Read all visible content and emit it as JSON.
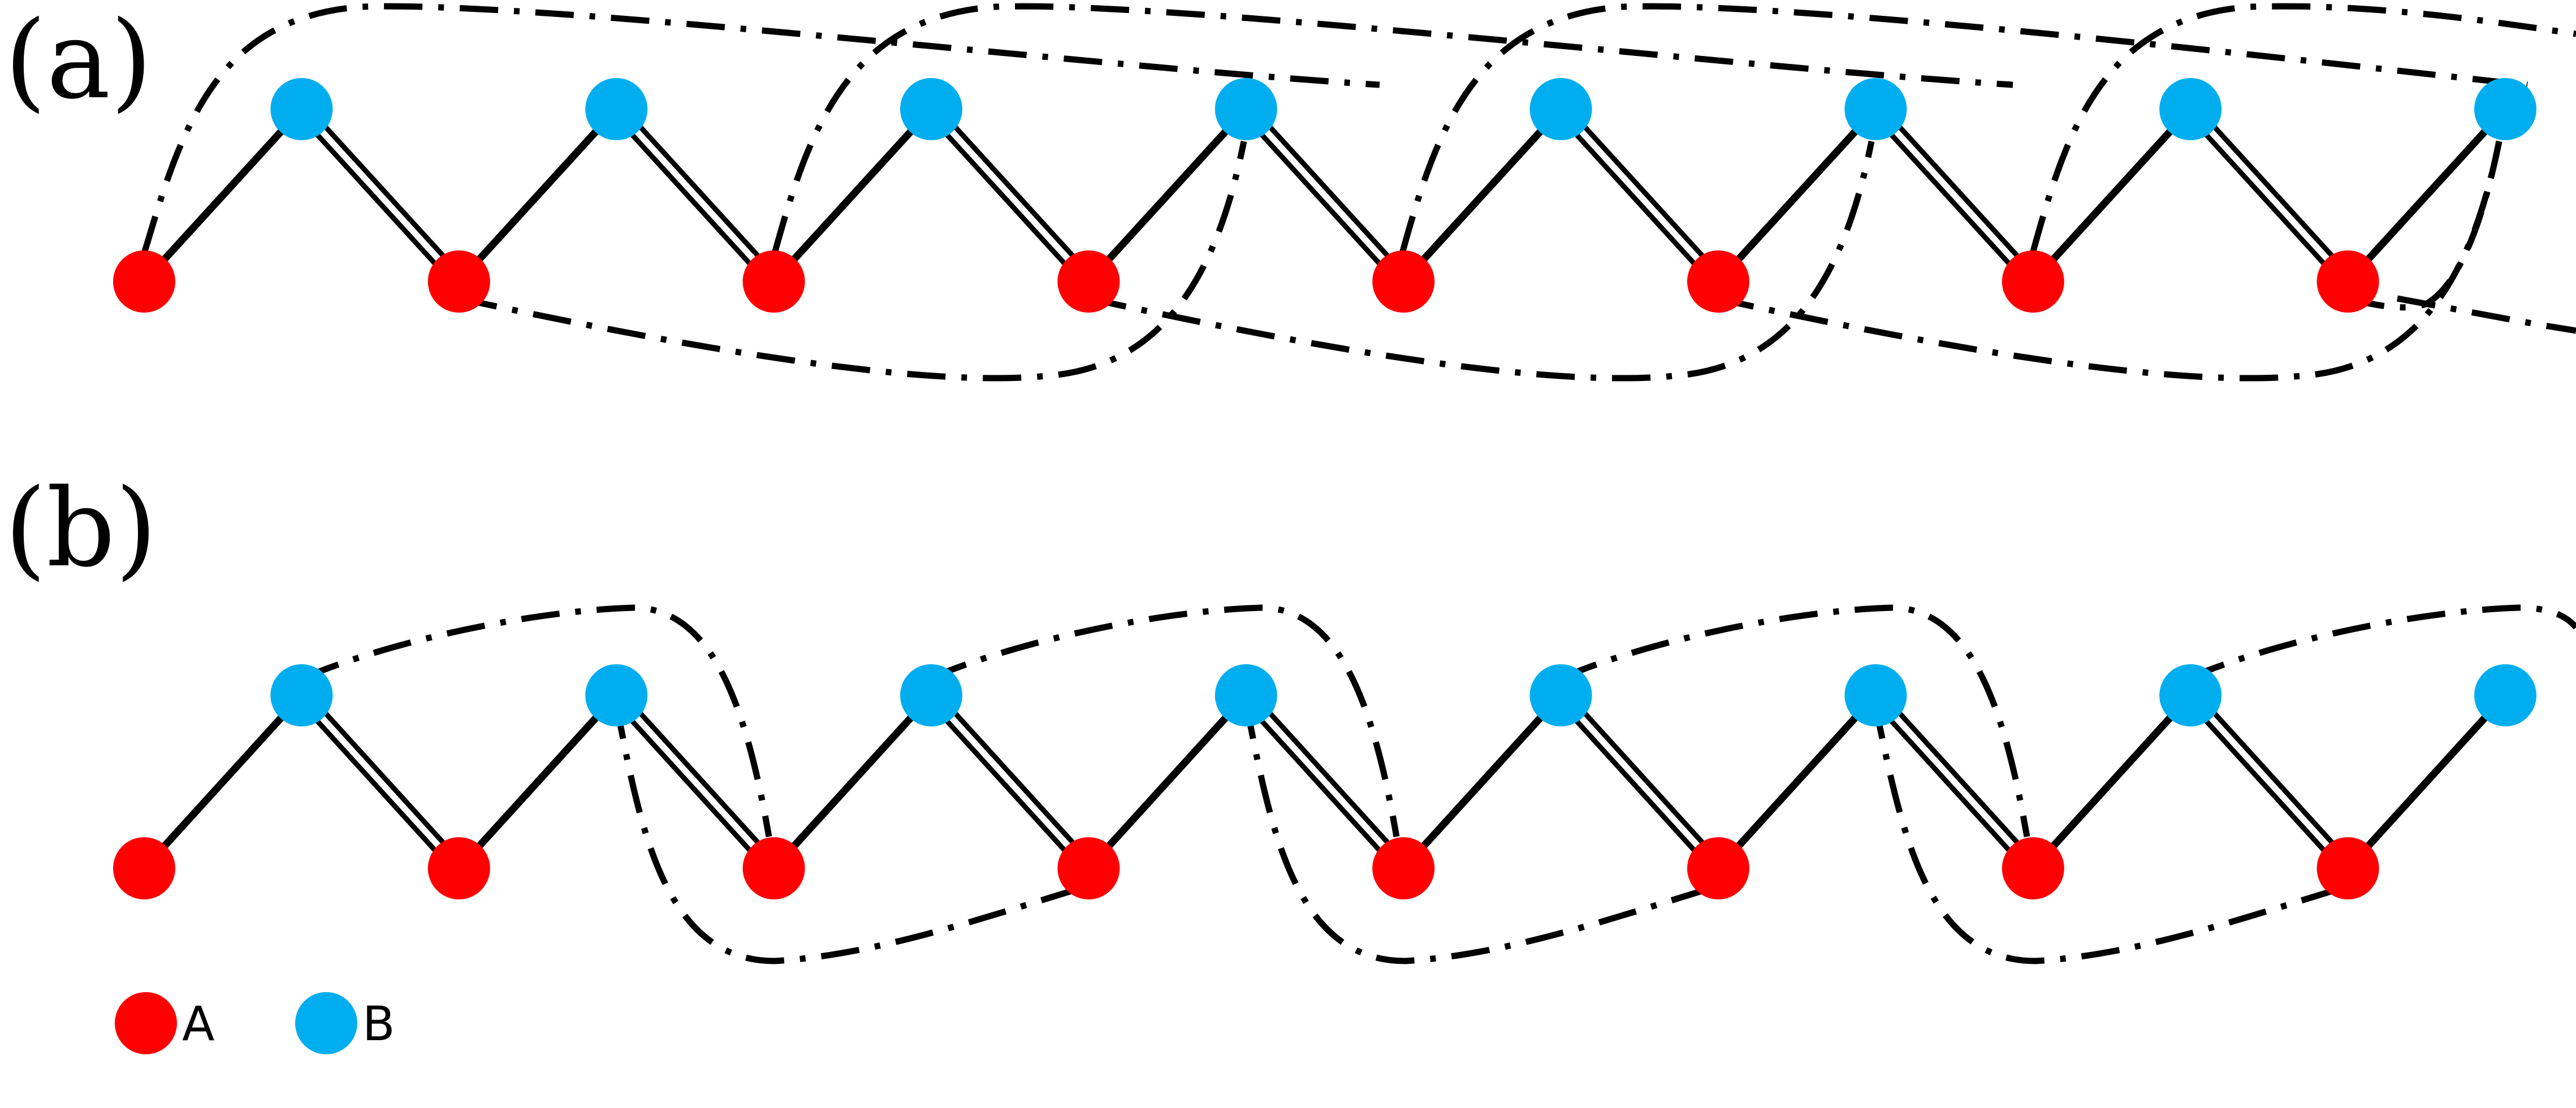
{
  "panels": [
    {
      "id": "a",
      "label": "(a)",
      "long_range_pattern": "crossing"
    },
    {
      "id": "b",
      "label": "(b)",
      "long_range_pattern": "loops"
    }
  ],
  "lattice": {
    "site_sequence": [
      "A",
      "B",
      "A",
      "B",
      "A",
      "B",
      "A",
      "B",
      "A",
      "B",
      "A",
      "B",
      "A",
      "B",
      "A",
      "B"
    ],
    "bond_pattern": [
      "single",
      "double"
    ]
  },
  "legend": [
    {
      "key": "A",
      "label": "A",
      "color": "#ff0000"
    },
    {
      "key": "B",
      "label": "B",
      "color": "#00aeef"
    }
  ],
  "colors": {
    "site_A": "#ff0000",
    "site_B": "#00aeef",
    "bond": "#000000",
    "long_range_hopping": "#000000"
  }
}
